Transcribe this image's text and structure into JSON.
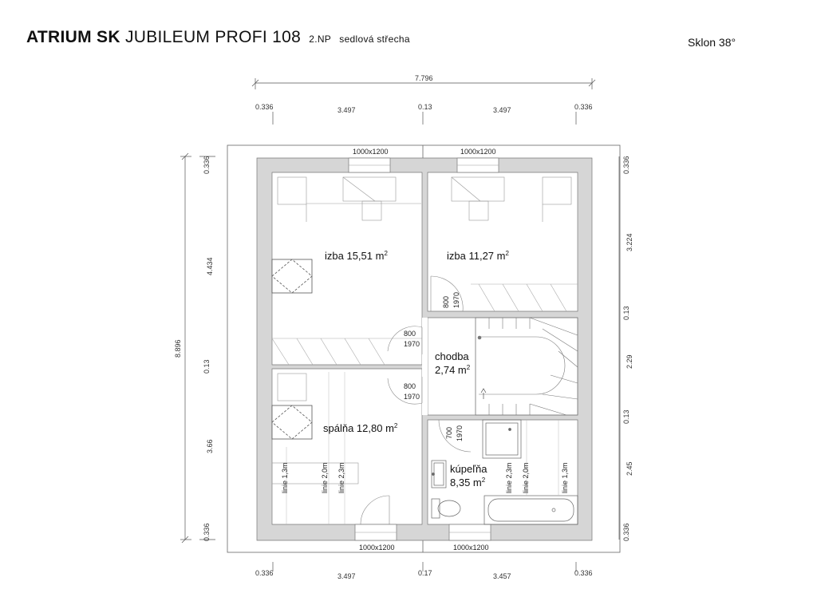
{
  "header": {
    "brand": "ATRIUM SK",
    "model": "JUBILEUM PROFI 108",
    "floor": "2.NP",
    "roof": "sedlová střecha",
    "slope": "Sklon 38°"
  },
  "dims_top": {
    "total": "7.796",
    "seg": [
      "0.336",
      "3.497",
      "0.13",
      "3.497",
      "0.336"
    ]
  },
  "dims_bottom": {
    "seg": [
      "0.336",
      "3.497",
      "0.17",
      "3.457",
      "0.336"
    ]
  },
  "dims_left": {
    "total": "8.896",
    "seg": [
      "0.336",
      "4.434",
      "0.13",
      "3.66",
      "0.336"
    ]
  },
  "dims_right": {
    "seg": [
      "0.336",
      "3.224",
      "0.13",
      "2.29",
      "0.13",
      "2.45",
      "0.336"
    ]
  },
  "windows": {
    "top_left": "1000x1200",
    "top_right": "1000x1200",
    "bottom_left": "1000x1200",
    "bottom_right": "1000x1200"
  },
  "doors": {
    "d1": [
      "800",
      "1970"
    ],
    "d2": [
      "800",
      "1970"
    ],
    "d3": [
      "800",
      "1970"
    ],
    "d4": [
      "700",
      "1970"
    ]
  },
  "rooms": {
    "izba1": {
      "name": "izba 15,51 m",
      "sup": "2"
    },
    "izba2": {
      "name": "izba 11,27 m",
      "sup": "2"
    },
    "chodba": {
      "name": "chodba",
      "area": "2,74 m",
      "sup": "2"
    },
    "spalna": {
      "name": "spálňa 12,80 m",
      "sup": "2"
    },
    "kupelna": {
      "name": "kúpeľňa",
      "area": "8,35 m",
      "sup": "2"
    }
  },
  "lines": {
    "l13": "linie 1,3m",
    "l20": "linie 2,0m",
    "l23": "linie 2,3m"
  }
}
